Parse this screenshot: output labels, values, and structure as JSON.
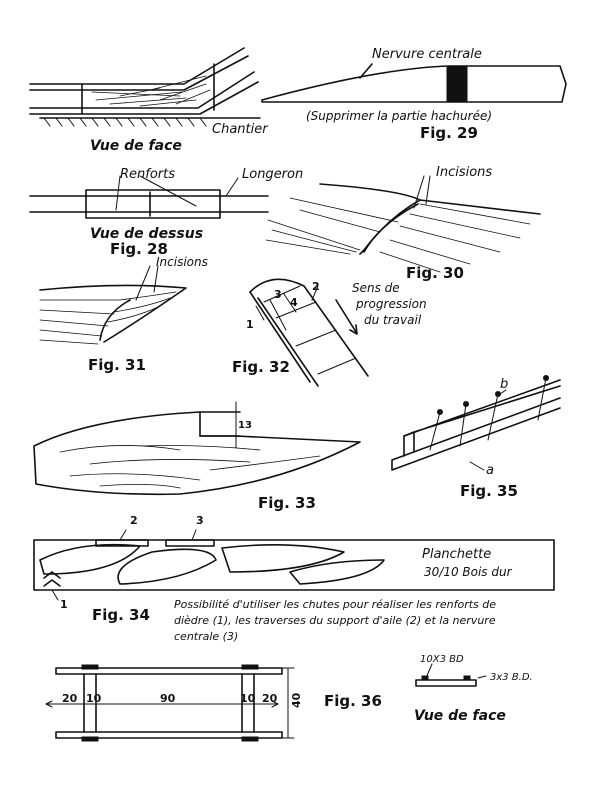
{
  "labels": {
    "nervure_centrale": "Nervure centrale",
    "supprimer": "(Supprimer la partie hachurée)",
    "fig29": "Fig. 29",
    "chantier": "Chantier",
    "vue_de_face_1": "Vue de face",
    "renforts": "Renforts",
    "longeron": "Longeron",
    "vue_de_dessus": "Vue de dessus",
    "fig28": "Fig. 28",
    "incisions_1": "Incisions",
    "fig30": "Fig. 30",
    "incisions_2": "Incisions",
    "fig31": "Fig. 31",
    "fig32": "Fig. 32",
    "sens_1": "Sens de",
    "sens_2": "progression",
    "sens_3": "du travail",
    "fig32_n1": "1",
    "fig32_n2": "2",
    "fig32_n3": "3",
    "fig32_n4": "4",
    "fig33": "Fig. 33",
    "dim_13": "13",
    "fig35": "Fig. 35",
    "fig35_a": "a",
    "fig35_b": "b",
    "fig34_n2": "2",
    "fig34_n3": "3",
    "fig34_n1": "1",
    "planchette_1": "Planchette",
    "planchette_2": "30/10 Bois dur",
    "fig34": "Fig. 34",
    "possibilite_1": "Possibilité d'utiliser les chutes pour réaliser les renforts de",
    "possibilite_2": "dièdre (1), les traverses du support d'aile (2) et la nervure",
    "possibilite_3": "centrale (3)",
    "dim_20a": "20",
    "dim_10a": "10",
    "dim_90": "90",
    "dim_10b": "10",
    "dim_20b": "20",
    "dim_40": "40",
    "fig36": "Fig. 36",
    "dim_10x38": "10X3 BD",
    "dim_3x3": "3x3 B.D.",
    "vue_de_face_2": "Vue de face"
  }
}
